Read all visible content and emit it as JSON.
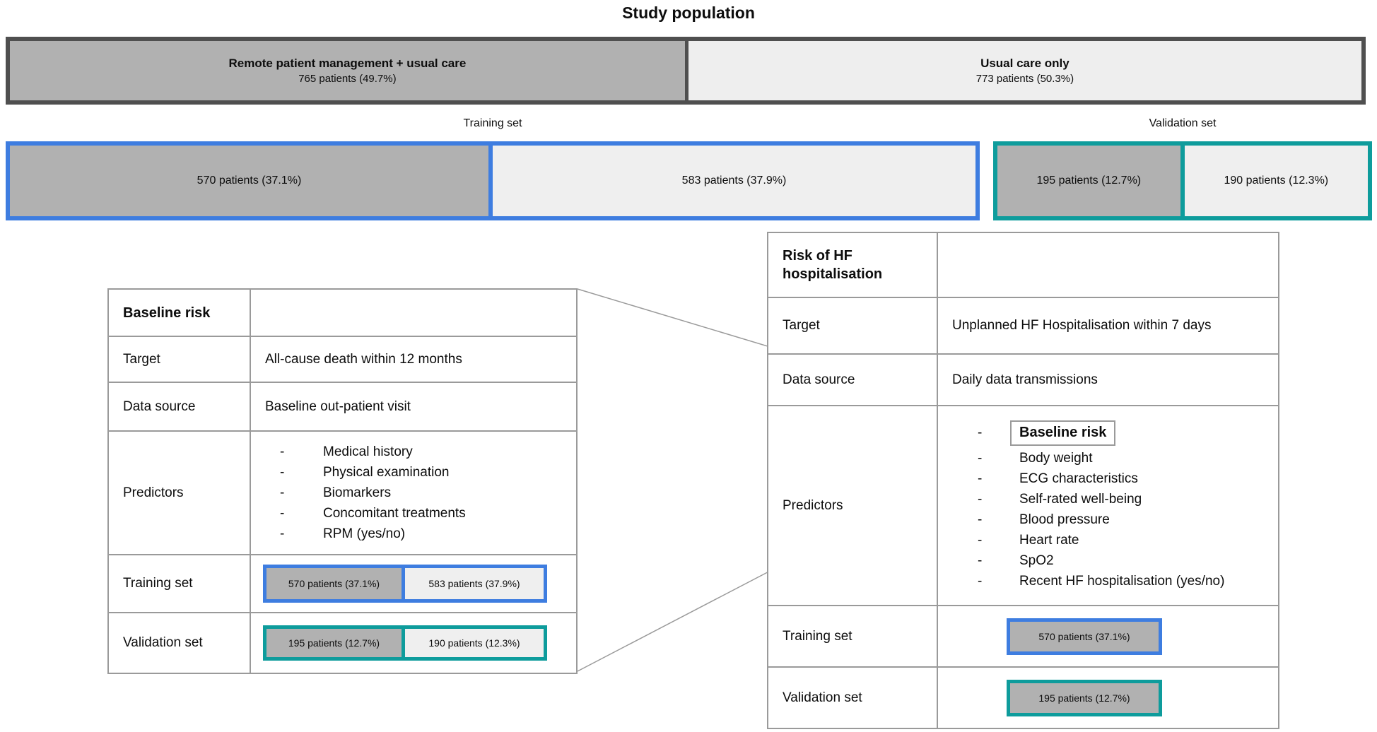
{
  "title": "Study population",
  "colors": {
    "dark_gray_fill": "#b1b1b1",
    "light_gray_fill": "#efefef",
    "top_bar_outline": "#4f4f4f",
    "training_blue": "#3e7de0",
    "validation_teal": "#0e9c9c",
    "grid_gray": "#9a9a9a"
  },
  "top_bar": {
    "segments": [
      {
        "label": "Remote patient management + usual care",
        "count": "765 patients (49.7%)"
      },
      {
        "label": "Usual care only",
        "count": "773 patients (50.3%)"
      }
    ]
  },
  "set_labels": {
    "training": "Training set",
    "validation": "Validation set"
  },
  "training_bar": {
    "segments": [
      "570 patients (37.1%)",
      "583 patients (37.9%)"
    ]
  },
  "validation_bar": {
    "segments": [
      "195 patients (12.7%)",
      "190 patients (12.3%)"
    ]
  },
  "baseline_table": {
    "header": "Baseline risk",
    "target_label": "Target",
    "target_value": "All-cause death within 12 months",
    "data_source_label": "Data source",
    "data_source_value": "Baseline out-patient visit",
    "predictors_label": "Predictors",
    "predictors": [
      "Medical history",
      "Physical examination",
      "Biomarkers",
      "Concomitant treatments",
      "RPM (yes/no)"
    ],
    "training_label": "Training set",
    "training_segments": [
      "570 patients (37.1%)",
      "583 patients (37.9%)"
    ],
    "validation_label": "Validation set",
    "validation_segments": [
      "195 patients (12.7%)",
      "190 patients (12.3%)"
    ]
  },
  "hf_table": {
    "header": "Risk of HF hospitalisation",
    "target_label": "Target",
    "target_value": "Unplanned HF Hospitalisation within 7 days",
    "data_source_label": "Data source",
    "data_source_value": "Daily data transmissions",
    "predictors_label": "Predictors",
    "predictor_boxed": "Baseline risk",
    "predictors": [
      "Body weight",
      "ECG characteristics",
      "Self-rated well-being",
      "Blood pressure",
      "Heart rate",
      "SpO2",
      "Recent HF hospitalisation (yes/no)"
    ],
    "training_label": "Training set",
    "training_box": "570 patients (37.1%)",
    "validation_label": "Validation set",
    "validation_box": "195 patients (12.7%)"
  }
}
